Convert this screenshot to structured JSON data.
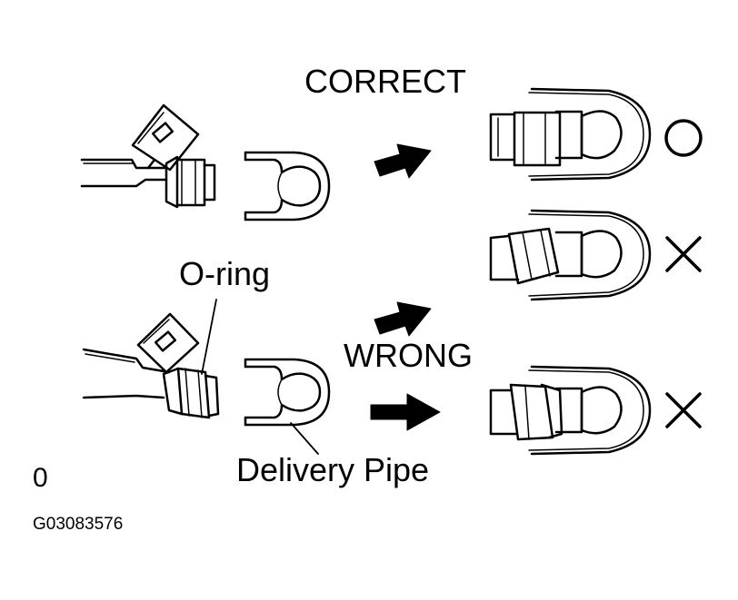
{
  "labels": {
    "correct": "CORRECT",
    "wrong": "WRONG",
    "o_ring": "O-ring",
    "delivery_pipe": "Delivery Pipe",
    "footnote_mark": "0",
    "figure_code": "G03083576"
  },
  "marks": {
    "correct_symbol": "circle-mark",
    "wrong_symbol": "cross-mark"
  }
}
